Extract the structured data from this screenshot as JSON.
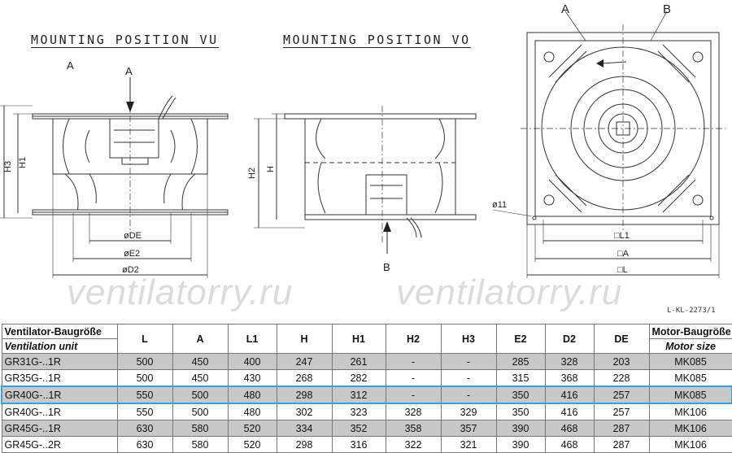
{
  "drawing": {
    "view_vu_title": "MOUNTING POSITION VU",
    "view_vo_title": "MOUNTING POSITION VO",
    "labels": {
      "A": "A",
      "B": "B",
      "H": "H",
      "H1": "H1",
      "H2": "H2",
      "H3": "H3",
      "DE": "øDE",
      "E2": "øE2",
      "D2": "øD2",
      "d11": "ø11",
      "L1": "□L1",
      "A_sq": "□A",
      "L": "□L"
    },
    "drawing_code": "L-KL-2273/1",
    "watermark": "ventilatorry.ru"
  },
  "table": {
    "header_top": [
      "Ventilator-Baugröße",
      "L",
      "A",
      "L1",
      "H",
      "H1",
      "H2",
      "H3",
      "E2",
      "D2",
      "DE",
      "Motor-Baugröße"
    ],
    "header_sub": [
      "Ventilation unit",
      "Motor size"
    ],
    "rows": [
      {
        "cells": [
          "GR31G-..1R",
          "500",
          "450",
          "400",
          "247",
          "261",
          "-",
          "-",
          "285",
          "328",
          "203",
          "MK085"
        ],
        "shaded": true,
        "highlighted": false
      },
      {
        "cells": [
          "GR35G-..1R",
          "500",
          "450",
          "430",
          "268",
          "282",
          "-",
          "-",
          "315",
          "368",
          "228",
          "MK085"
        ],
        "shaded": false,
        "highlighted": false
      },
      {
        "cells": [
          "GR40G-..1R",
          "550",
          "500",
          "480",
          "298",
          "312",
          "-",
          "-",
          "350",
          "416",
          "257",
          "MK085"
        ],
        "shaded": true,
        "highlighted": true
      },
      {
        "cells": [
          "GR40G-..1R",
          "550",
          "500",
          "480",
          "302",
          "323",
          "328",
          "329",
          "350",
          "416",
          "257",
          "MK106"
        ],
        "shaded": false,
        "highlighted": false
      },
      {
        "cells": [
          "GR45G-..1R",
          "630",
          "580",
          "520",
          "334",
          "352",
          "358",
          "357",
          "390",
          "468",
          "287",
          "MK106"
        ],
        "shaded": true,
        "highlighted": false
      },
      {
        "cells": [
          "GR45G-..2R",
          "630",
          "580",
          "520",
          "298",
          "316",
          "322",
          "321",
          "390",
          "468",
          "287",
          "MK106"
        ],
        "shaded": false,
        "highlighted": false
      }
    ],
    "colors": {
      "shade": "#c8c8c8",
      "highlight": "#3aa0dd"
    }
  }
}
